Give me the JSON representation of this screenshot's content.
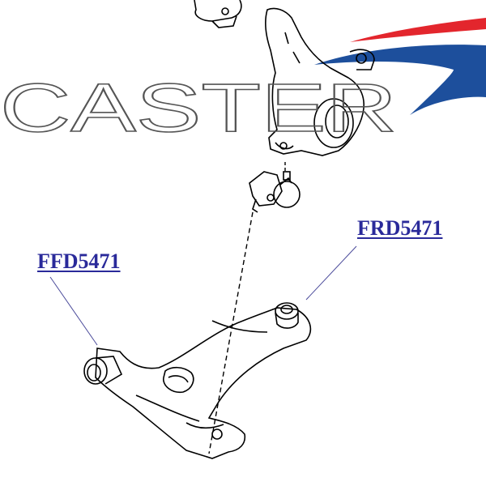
{
  "brand": {
    "name": "CASTER",
    "swoosh_colors": {
      "red": "#e3262d",
      "blue": "#1d4f9c"
    },
    "outline_color": "#555555"
  },
  "parts": [
    {
      "id": "front",
      "code": "FFD5471",
      "color": "#2a2a9a"
    },
    {
      "id": "rear",
      "code": "FRD5471",
      "color": "#2a2a9a"
    }
  ],
  "diagram": {
    "components": [
      "steering-knuckle",
      "ball-joint",
      "lower-control-arm",
      "front-bushing",
      "rear-bushing"
    ]
  }
}
